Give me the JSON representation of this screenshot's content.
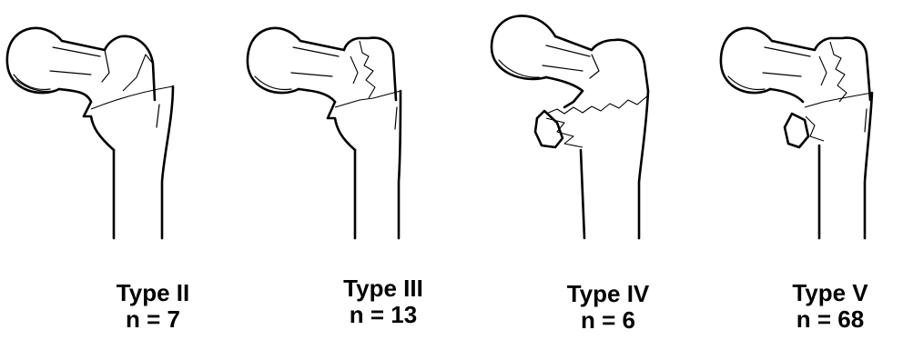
{
  "panels": [
    {
      "type_label": "Type II",
      "count_label": "n = 7"
    },
    {
      "type_label": "Type III",
      "count_label": "n = 13"
    },
    {
      "type_label": "Type IV",
      "count_label": "n = 6"
    },
    {
      "type_label": "Type V",
      "count_label": "n = 68"
    }
  ]
}
